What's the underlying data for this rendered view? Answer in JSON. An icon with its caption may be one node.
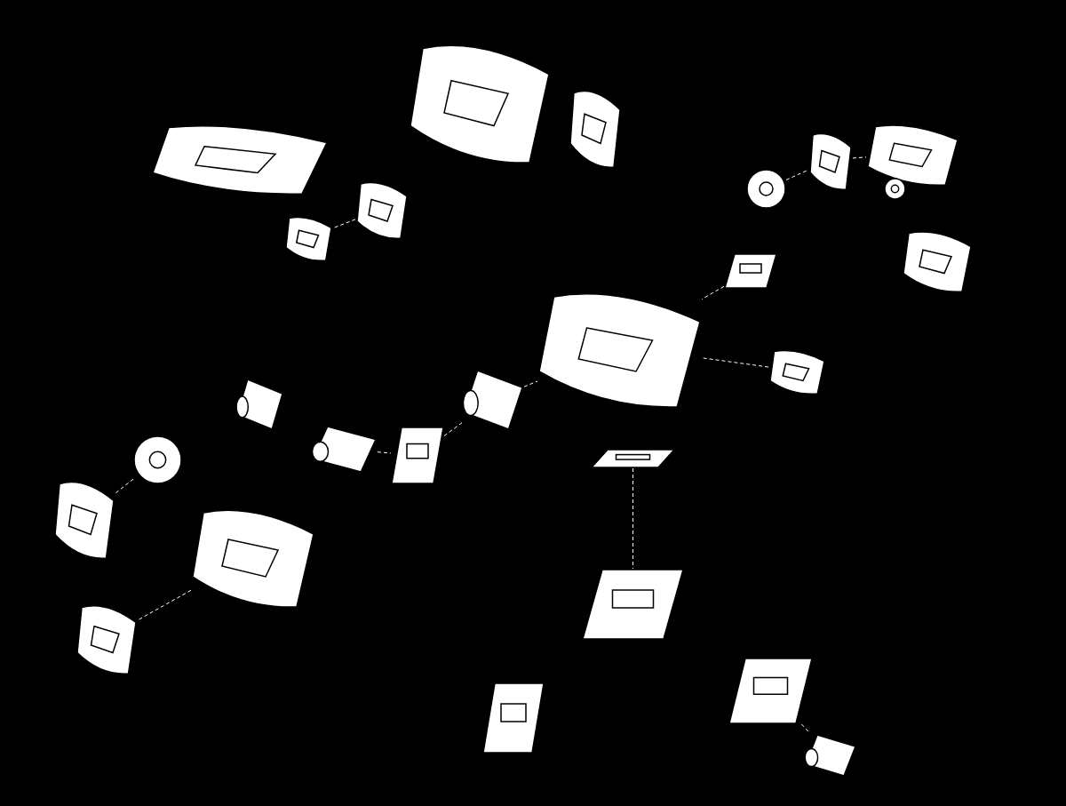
{
  "diagram": {
    "nodes": [
      {
        "text": [],
        "shape": "picture"
      },
      {
        "text": [],
        "shape": "picture"
      },
      {
        "text": [],
        "shape": "picture"
      },
      {
        "text": [],
        "shape": "picture"
      },
      {
        "text": [],
        "shape": "picture"
      },
      {
        "text": [],
        "shape": "circle"
      },
      {
        "text": [],
        "shape": "circle"
      },
      {
        "text": [],
        "shape": "box"
      },
      {
        "text": [],
        "shape": "picture"
      },
      {
        "text": [],
        "shape": "cylinder"
      },
      {
        "text": [],
        "shape": "cylinder"
      },
      {
        "text": [],
        "shape": "circle"
      },
      {
        "text": [],
        "shape": "picture"
      },
      {
        "text": [],
        "shape": "picture"
      },
      {
        "text": [],
        "shape": "picture"
      },
      {
        "text": [],
        "shape": "box"
      },
      {
        "text": [],
        "shape": "box"
      },
      {
        "text": [],
        "shape": "box"
      },
      {
        "text": [],
        "shape": "cylinder"
      },
      {
        "text": [],
        "shape": "cylinder"
      },
      {
        "text": [],
        "shape": "box"
      },
      {
        "text": [],
        "shape": "picture"
      },
      {
        "text": [],
        "shape": "picture"
      },
      {
        "text": [],
        "shape": "picture"
      },
      {
        "text": [],
        "shape": "picture"
      },
      {
        "text": [],
        "shape": "box"
      }
    ],
    "edges": [
      {
        "from": 9,
        "to": 8,
        "arrow": "none",
        "style": "dashed"
      },
      {
        "from": 15,
        "to": 9,
        "arrow": "none",
        "style": "dashed"
      },
      {
        "from": 10,
        "to": 15,
        "arrow": "none",
        "style": "dashed"
      },
      {
        "from": 11,
        "to": 12,
        "arrow": "none",
        "style": "dashed"
      },
      {
        "from": 14,
        "to": 13,
        "arrow": "none",
        "style": "dashed"
      },
      {
        "from": 5,
        "to": 3,
        "arrow": "none",
        "style": "dashed"
      },
      {
        "from": 3,
        "to": 4,
        "arrow": "none",
        "style": "dashed"
      },
      {
        "from": 21,
        "to": 22,
        "arrow": "none",
        "style": "dashed"
      },
      {
        "from": 17,
        "to": 16,
        "arrow": "none",
        "style": "dashed"
      },
      {
        "from": 25,
        "to": 18,
        "arrow": "none",
        "style": "dashed"
      },
      {
        "from": 7,
        "to": 8,
        "arrow": "none",
        "style": "dashed"
      },
      {
        "from": 24,
        "to": 8,
        "arrow": "none",
        "style": "dashed"
      }
    ]
  }
}
